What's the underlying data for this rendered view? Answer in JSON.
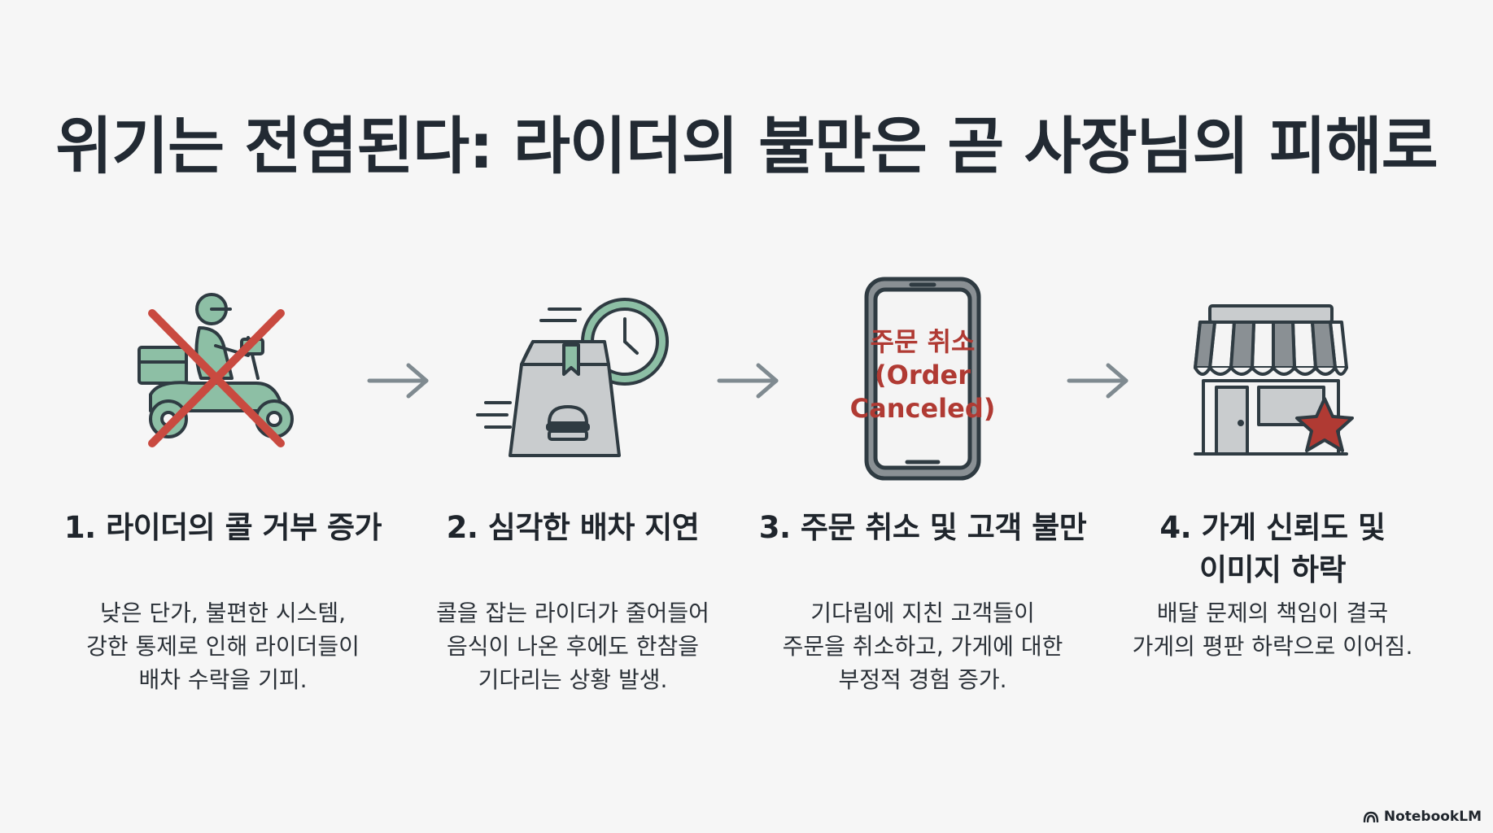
{
  "title": "위기는 전염된다: 라이더의 불만은 곧 사장님의 피해로",
  "steps": [
    {
      "title_lines": [
        "1. 라이더의 콜 거부 증가"
      ],
      "desc_lines": [
        "낮은 단가, 불편한 시스템,",
        "강한 통제로 인해 라이더들이",
        "배차 수락을 기피."
      ],
      "icon": "rider-scooter-crossed-icon"
    },
    {
      "title_lines": [
        "2. 심각한 배차 지연"
      ],
      "desc_lines": [
        "콜을 잡는 라이더가 줄어들어",
        "음식이 나온 후에도 한참을",
        "기다리는 상황 발생."
      ],
      "icon": "delivery-bag-clock-icon"
    },
    {
      "title_lines": [
        "3. 주문 취소 및 고객 불만"
      ],
      "desc_lines": [
        "기다림에 지친 고객들이",
        "주문을 취소하고, 가게에 대한",
        "부정적 경험 증가."
      ],
      "icon": "phone-order-canceled-icon",
      "phone_label_lines": [
        "주문 취소",
        "(Order",
        "Canceled)"
      ]
    },
    {
      "title_lines": [
        "4. 가게 신뢰도 및",
        "이미지 하락"
      ],
      "desc_lines": [
        "배달 문제의 책임이 결국",
        "가게의 평판 하락으로 이어짐."
      ],
      "icon": "storefront-star-icon"
    }
  ],
  "brand": "NotebookLM",
  "colors": {
    "background": "#f6f6f6",
    "text": "#222a33",
    "accent_red": "#b03a33",
    "accent_green": "#8dbfa5",
    "arrow": "#7f8a90"
  }
}
